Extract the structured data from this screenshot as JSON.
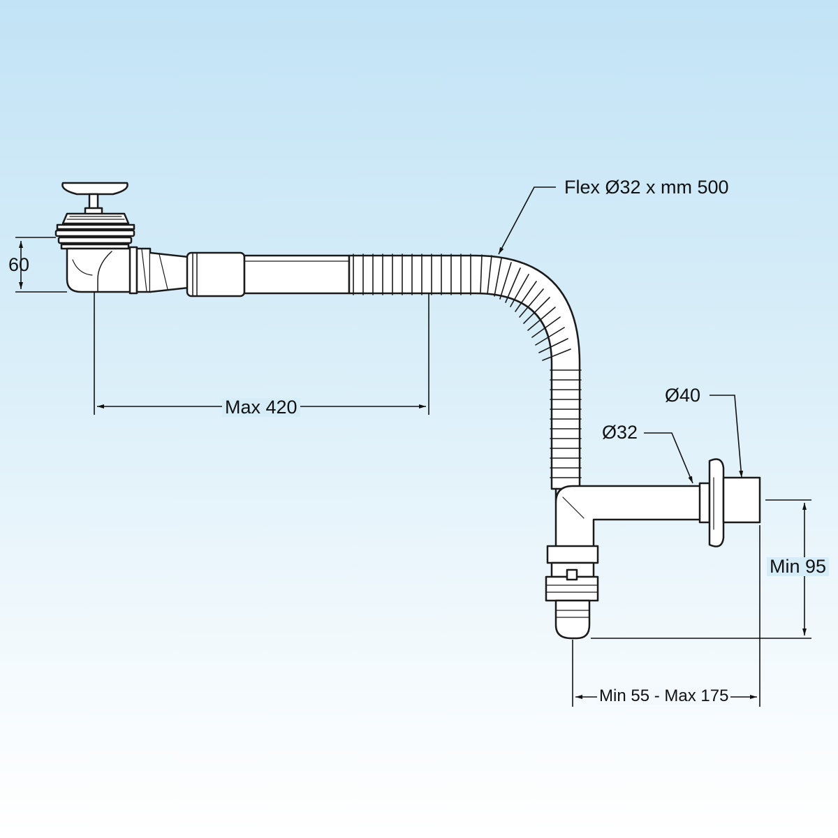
{
  "colors": {
    "line": "#1a1a1a",
    "bg_top": "#c2e3f6",
    "bg_bottom": "#ffffff"
  },
  "labels": {
    "height_60": "60",
    "max_420": "Max 420",
    "flex": "Flex Ø32 x mm 500",
    "dia_40": "Ø40",
    "dia_32": "Ø32",
    "min_95": "Min 95",
    "min_max": "Min 55 - Max 175"
  }
}
